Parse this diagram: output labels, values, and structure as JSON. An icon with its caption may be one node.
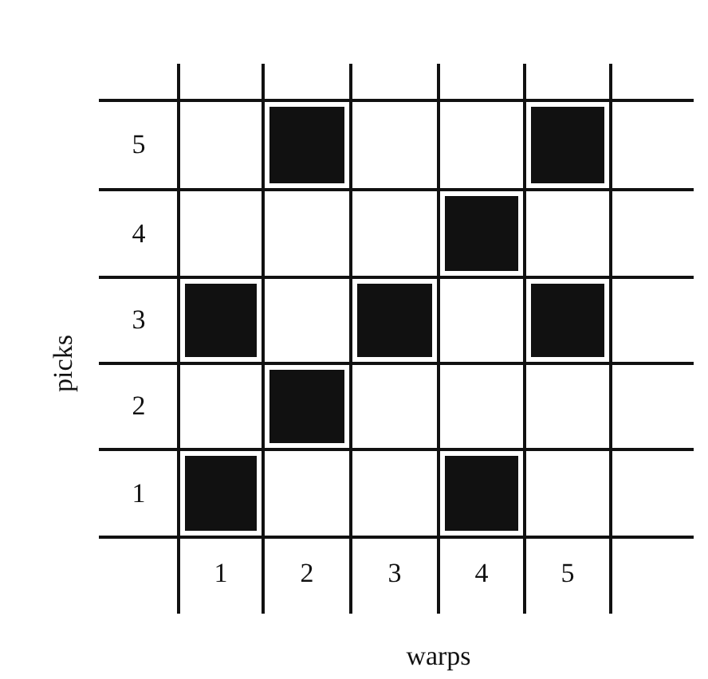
{
  "diagram": {
    "nodes": [
      {
        "text": [],
        "shape": "box"
      },
      {
        "text": [],
        "shape": "box"
      },
      {
        "text": [],
        "shape": "box"
      },
      {
        "text": [],
        "shape": "box"
      },
      {
        "text": [],
        "shape": "box"
      },
      {
        "text": [],
        "shape": "box"
      },
      {
        "text": [],
        "shape": "box"
      },
      {
        "text": [],
        "shape": "box"
      },
      {
        "text": [],
        "shape": "box"
      }
    ],
    "edges": [],
    "labels": [
      "5",
      "4",
      "picks",
      "3",
      "2",
      "1",
      "1",
      "2",
      "3",
      "4",
      "5",
      "warps"
    ]
  }
}
